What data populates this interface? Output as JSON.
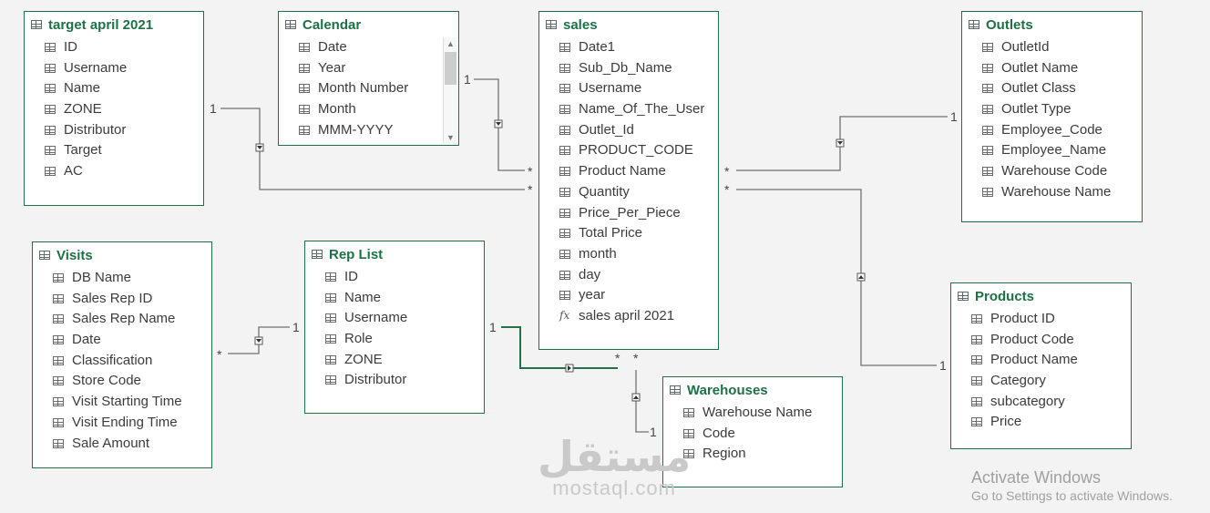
{
  "tables": {
    "target": {
      "title": "target april 2021",
      "fields": [
        "ID",
        "Username",
        "Name",
        "ZONE",
        "Distributor",
        "Target",
        "AC"
      ]
    },
    "calendar": {
      "title": "Calendar",
      "fields": [
        "Date",
        "Year",
        "Month Number",
        "Month",
        "MMM-YYYY"
      ]
    },
    "sales": {
      "title": "sales",
      "fields": [
        "Date1",
        "Sub_Db_Name",
        "Username",
        "Name_Of_The_User",
        "Outlet_Id",
        "PRODUCT_CODE",
        "Product Name",
        "Quantity",
        "Price_Per_Piece",
        "Total Price",
        "month",
        "day",
        "year"
      ],
      "measure": "sales april 2021"
    },
    "outlets": {
      "title": "Outlets",
      "fields": [
        "OutletId",
        "Outlet Name",
        "Outlet Class",
        "Outlet Type",
        "Employee_Code",
        "Employee_Name",
        "Warehouse Code",
        "Warehouse Name"
      ]
    },
    "visits": {
      "title": "Visits",
      "fields": [
        "DB Name",
        "Sales Rep ID",
        "Sales Rep Name",
        "Date",
        "Classification",
        "Store Code",
        "Visit Starting Time",
        "Visit Ending Time",
        "Sale Amount"
      ]
    },
    "replist": {
      "title": "Rep List",
      "fields": [
        "ID",
        "Name",
        "Username",
        "Role",
        "ZONE",
        "Distributor"
      ]
    },
    "products": {
      "title": "Products",
      "fields": [
        "Product ID",
        "Product Code",
        "Product Name",
        "Category",
        "subcategory",
        "Price"
      ]
    },
    "warehouses": {
      "title": "Warehouses",
      "fields": [
        "Warehouse Name",
        "Code",
        "Region"
      ]
    }
  },
  "cardinality": {
    "one": "1",
    "many": "*"
  },
  "watermark": {
    "arabic": "مستقل",
    "latin": "mostaql.com"
  },
  "activation": {
    "title": "Activate Windows",
    "subtitle": "Go to Settings to activate Windows."
  },
  "colors": {
    "accent": "#1e7145",
    "line": "#707070",
    "selected_line": "#217346",
    "background": "#f3f3f3"
  }
}
